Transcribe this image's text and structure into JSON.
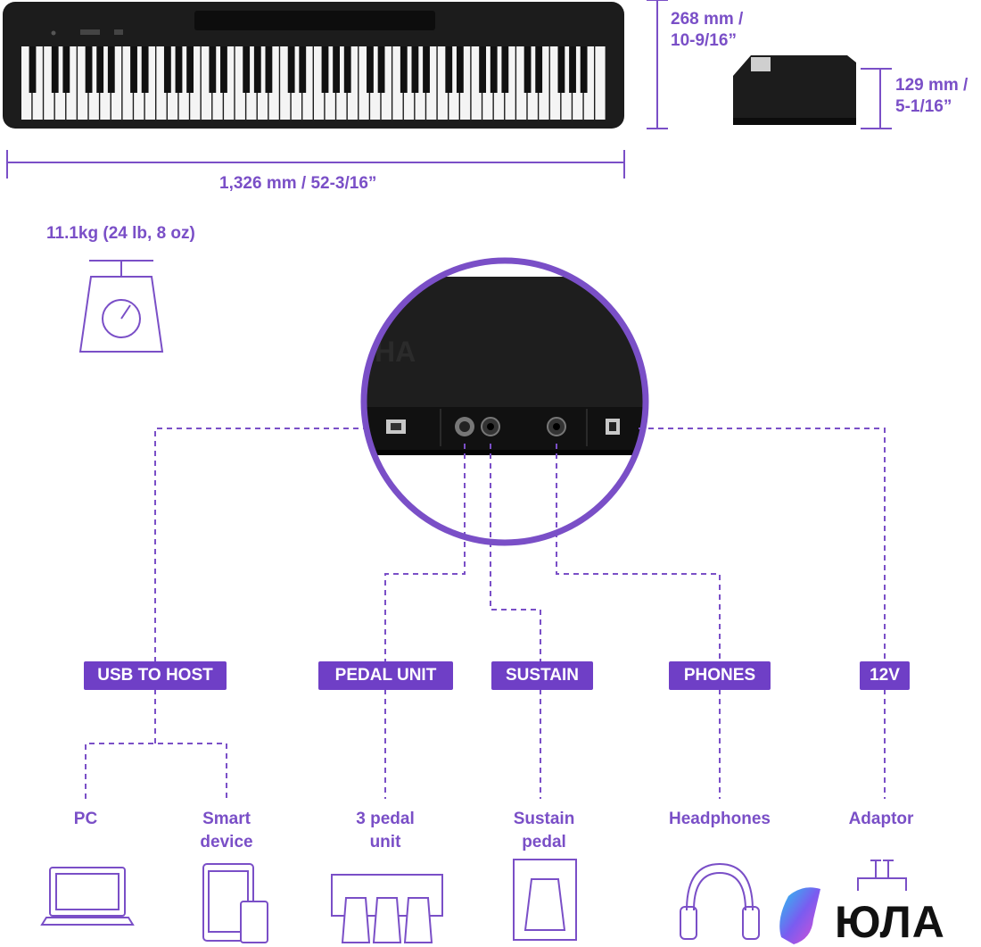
{
  "dimensions": {
    "height": [
      "268 mm /",
      "10-9/16”"
    ],
    "depth": [
      "129 mm /",
      "5-1/16”"
    ],
    "width": "1,326 mm / 52-3/16”",
    "weight": "11.1kg (24 lb, 8 oz)"
  },
  "connectors": [
    {
      "id": "usb",
      "label": "USB TO HOST"
    },
    {
      "id": "pedal",
      "label": "PEDAL UNIT"
    },
    {
      "id": "sustain",
      "label": "SUSTAIN"
    },
    {
      "id": "phones",
      "label": "PHONES"
    },
    {
      "id": "dc",
      "label": "12V"
    }
  ],
  "devices": {
    "pc": [
      "PC"
    ],
    "smart_device": [
      "Smart",
      "device"
    ],
    "pedal_unit": [
      "3 pedal",
      "unit"
    ],
    "sustain_pedal": [
      "Sustain",
      "pedal"
    ],
    "headphones": [
      "Headphones"
    ],
    "adaptor": [
      "Adaptor"
    ]
  },
  "brand": {
    "name": "ЮЛА"
  },
  "colors": {
    "accent": "#7a4fc7",
    "badge": "#6f3fc6",
    "instrument": "#1c1c1c",
    "keys_white": "#f4f4f4"
  }
}
